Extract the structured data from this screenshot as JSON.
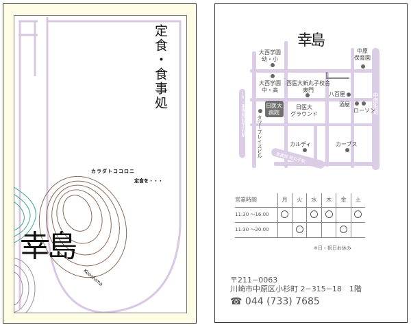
{
  "front": {
    "title": "定食・食事処",
    "tagline_1": "カラダトココロニ",
    "tagline_2": "定食を・・・",
    "logo": "幸島",
    "logo_roman": "Kooshima",
    "colors": {
      "lavender": "#d9c8e3",
      "green": "#3aa88a",
      "brown": "#8a6a55",
      "cream": "#fffde6"
    }
  },
  "back": {
    "logo": "幸島",
    "map": {
      "labels": {
        "school_elem": "大西学園\n幼・小",
        "nursery": "中原\n保育園",
        "school_mid": "大西学園\n中・高",
        "campus_gate": "西医大新丸子校舎\n東門",
        "greengrocer": "八百屋",
        "liquor": "酒屋",
        "lawson": "ローソン",
        "nakahara_road": "中原街道",
        "hospital": "日医大\n病院",
        "ground": "日医大\nグラウンド",
        "tower": "タワープレイスビル",
        "jr_station": "JR・東横線武蔵小杉駅",
        "kaldi": "カルディ",
        "curves": "カーブス",
        "shinmaruko": "東横線 新丸子駅"
      }
    },
    "schedule": {
      "header": "営業時間",
      "days": [
        "月",
        "火",
        "水",
        "木",
        "金",
        "土"
      ],
      "rows": [
        {
          "time": "11:30 〜16:00",
          "open": [
            true,
            false,
            true,
            true,
            false,
            true
          ]
        },
        {
          "time": "11:30 〜20:00",
          "open": [
            false,
            true,
            false,
            false,
            true,
            false
          ]
        }
      ],
      "note": "※日・祝日お休み"
    },
    "postal": "〒211−0063",
    "address": "川崎市中原区小杉町 2−315−18　1階",
    "phone": "044 (733) 7685"
  }
}
